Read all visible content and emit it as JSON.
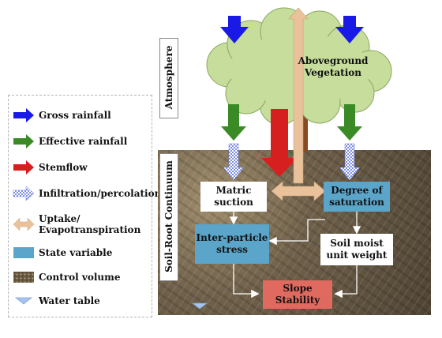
{
  "legend": {
    "items": [
      {
        "label": "Gross rainfall",
        "icon": "blue-arrow-icon"
      },
      {
        "label": "Effective rainfall",
        "icon": "green-arrow-icon"
      },
      {
        "label": "Stemflow",
        "icon": "red-arrow-icon"
      },
      {
        "label": "Infiltration/percolation",
        "icon": "checkered-arrow-icon"
      },
      {
        "label": "Uptake/",
        "label2": "Evapotranspiration",
        "icon": "tan-double-arrow-icon"
      },
      {
        "label": "State variable",
        "icon": "blue-rectangle-icon"
      },
      {
        "label": "Control volume",
        "icon": "soil-texture-icon"
      },
      {
        "label": "Water table",
        "icon": "triangle-icon"
      }
    ]
  },
  "zones": {
    "atmosphere": "Atmosphere",
    "soil_root": "Soil-Root Continuum"
  },
  "vegetation": {
    "line1": "Aboveground",
    "line2": "Vegetation"
  },
  "nodes": {
    "matric_suction": {
      "line1": "Matric",
      "line2": "suction"
    },
    "degree_saturation": {
      "line1": "Degree of",
      "line2": "saturation"
    },
    "inter_particle": {
      "line1": "Inter-particle",
      "line2": "stress"
    },
    "soil_moist": {
      "line1": "Soil moist",
      "line2": "unit weight"
    },
    "slope_stability": {
      "line1": "Slope",
      "line2": "Stability"
    }
  },
  "colors": {
    "gross_rainfall": "#1a1ae6",
    "effective_rainfall": "#3a8a26",
    "stemflow": "#d62020",
    "infiltration": "#7f8fe8",
    "uptake": "#e9c29b",
    "state_variable": "#5aa5c9",
    "slope_stability": "#e06a60",
    "canopy": "#c6dd9c",
    "trunk": "#8a4a20"
  }
}
